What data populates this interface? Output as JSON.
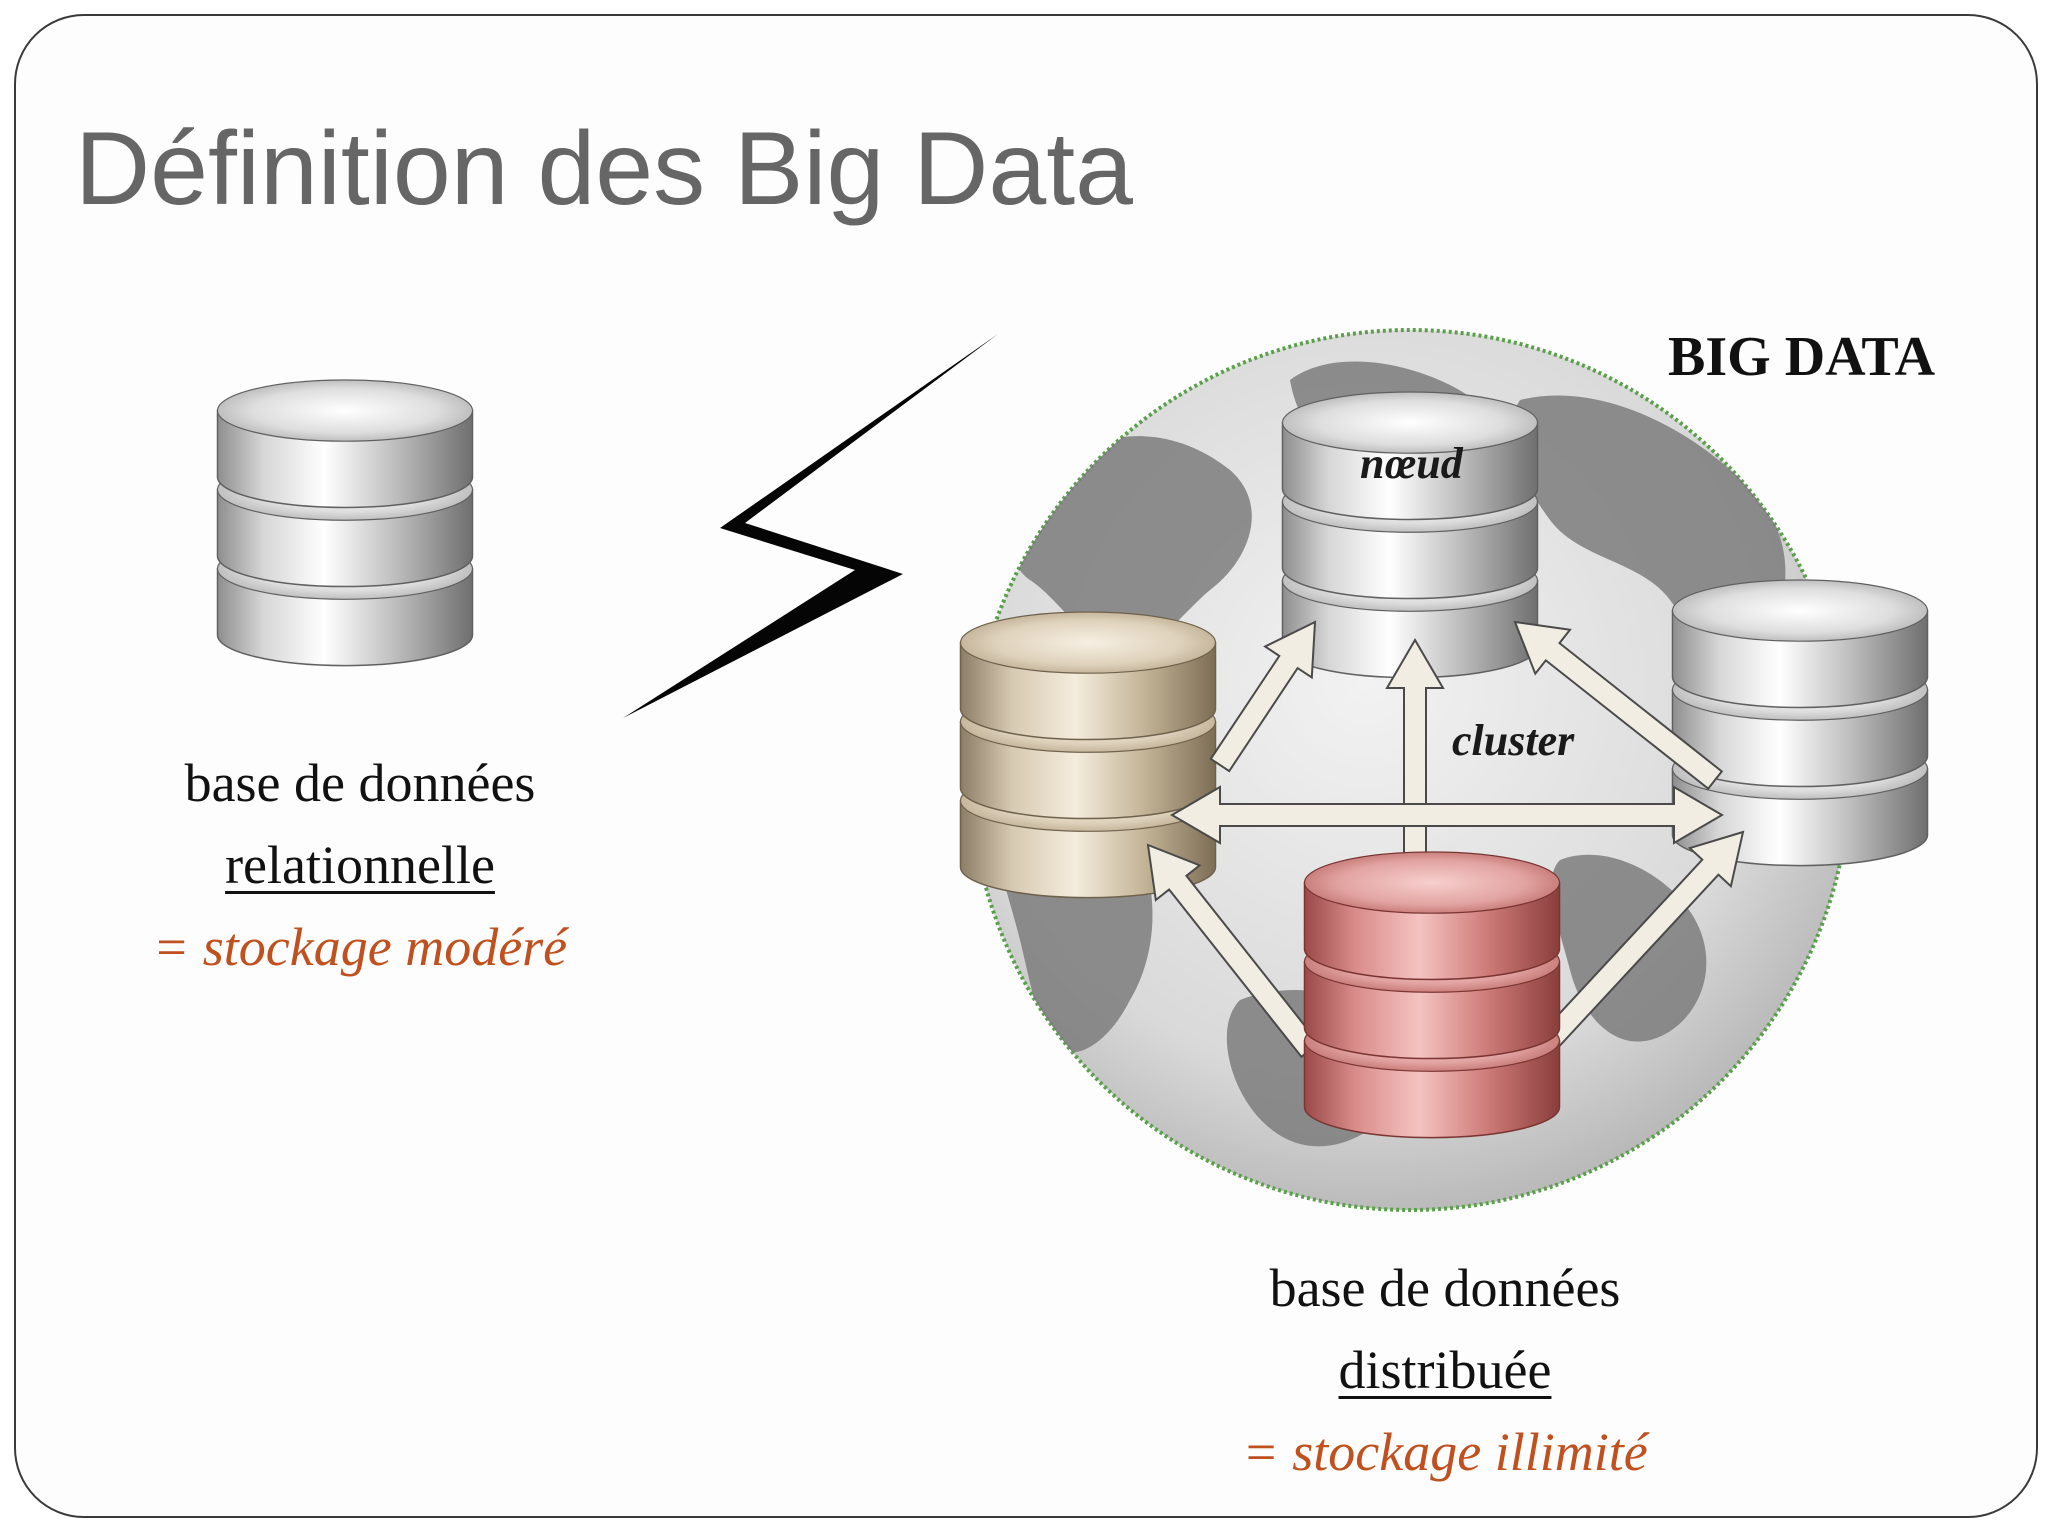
{
  "slide": {
    "title": "Définition des Big Data"
  },
  "relational": {
    "line1": "base de données",
    "line2": "relationnelle",
    "line3": "= stockage modéré"
  },
  "distributed": {
    "line1": "base de données",
    "line2": "distribuée",
    "line3": "= stockage illimité"
  },
  "labels": {
    "big_data": "BIG DATA",
    "node": "nœud",
    "cluster": "cluster"
  },
  "colors": {
    "title": "#666666",
    "storage_text": "#c0501e",
    "globe_outline": "#5aa04a",
    "silver_db": "#c9c9c9",
    "beige_db": "#d2c3ac",
    "pink_db": "#d98a88",
    "arrow_fill": "#f1ede3"
  },
  "icons": {
    "relational_db": "database-icon",
    "lightning": "lightning-bolt-icon",
    "globe": "globe-icon"
  }
}
